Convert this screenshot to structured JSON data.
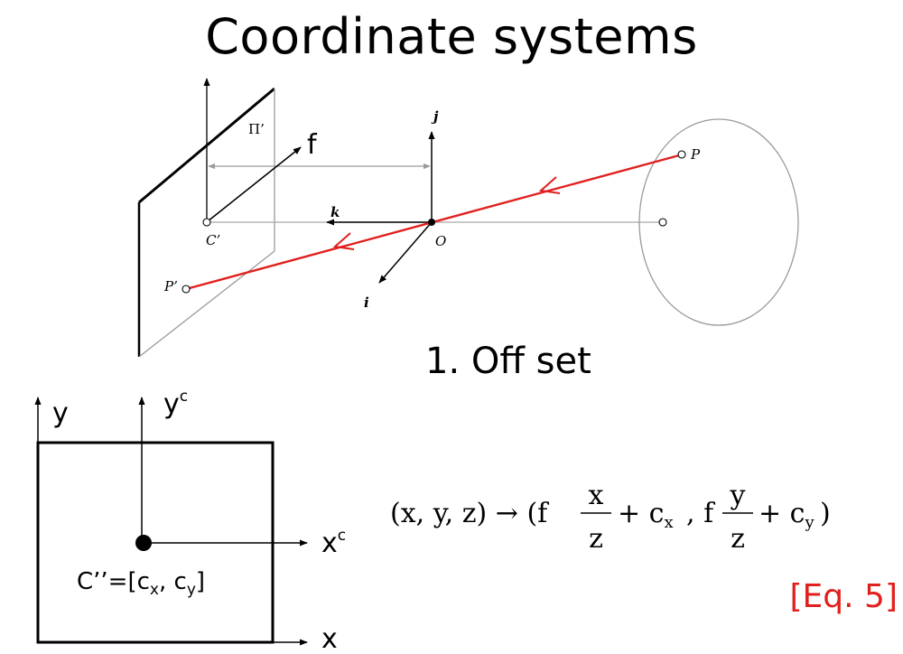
{
  "title": "Coordinate systems",
  "pinhole": {
    "plane_label": "Π’",
    "focal_label": "f",
    "axis_j": "j",
    "axis_k": "k",
    "axis_i": "i",
    "optical_center": "C’",
    "origin": "O",
    "point_P": "P",
    "point_P_prime": "P’"
  },
  "section_heading": "1. Off set",
  "image_plane": {
    "axis_y": "y",
    "axis_yc": "y",
    "axis_yc_sup": "c",
    "axis_x": "x",
    "axis_xc": "x",
    "axis_xc_sup": "c",
    "principal_point": {
      "prefix": "C’’=[c",
      "sub_x": "x",
      "mid": ", c",
      "sub_y": "y",
      "suffix": "]"
    }
  },
  "equation": {
    "lhs": "(x, y, z) → (f",
    "frac1_num": "x",
    "frac1_den": "z",
    "plus1": "+ c",
    "sub1": "x",
    "comma": ", f",
    "frac2_num": "y",
    "frac2_den": "z",
    "plus2": "+ c",
    "sub2": "y",
    "close": ")"
  },
  "equation_ref": "[Eq. 5]",
  "colors": {
    "ray": "#e0201e",
    "eq_ref": "#e0201e",
    "construction": "#a8a8a8"
  }
}
